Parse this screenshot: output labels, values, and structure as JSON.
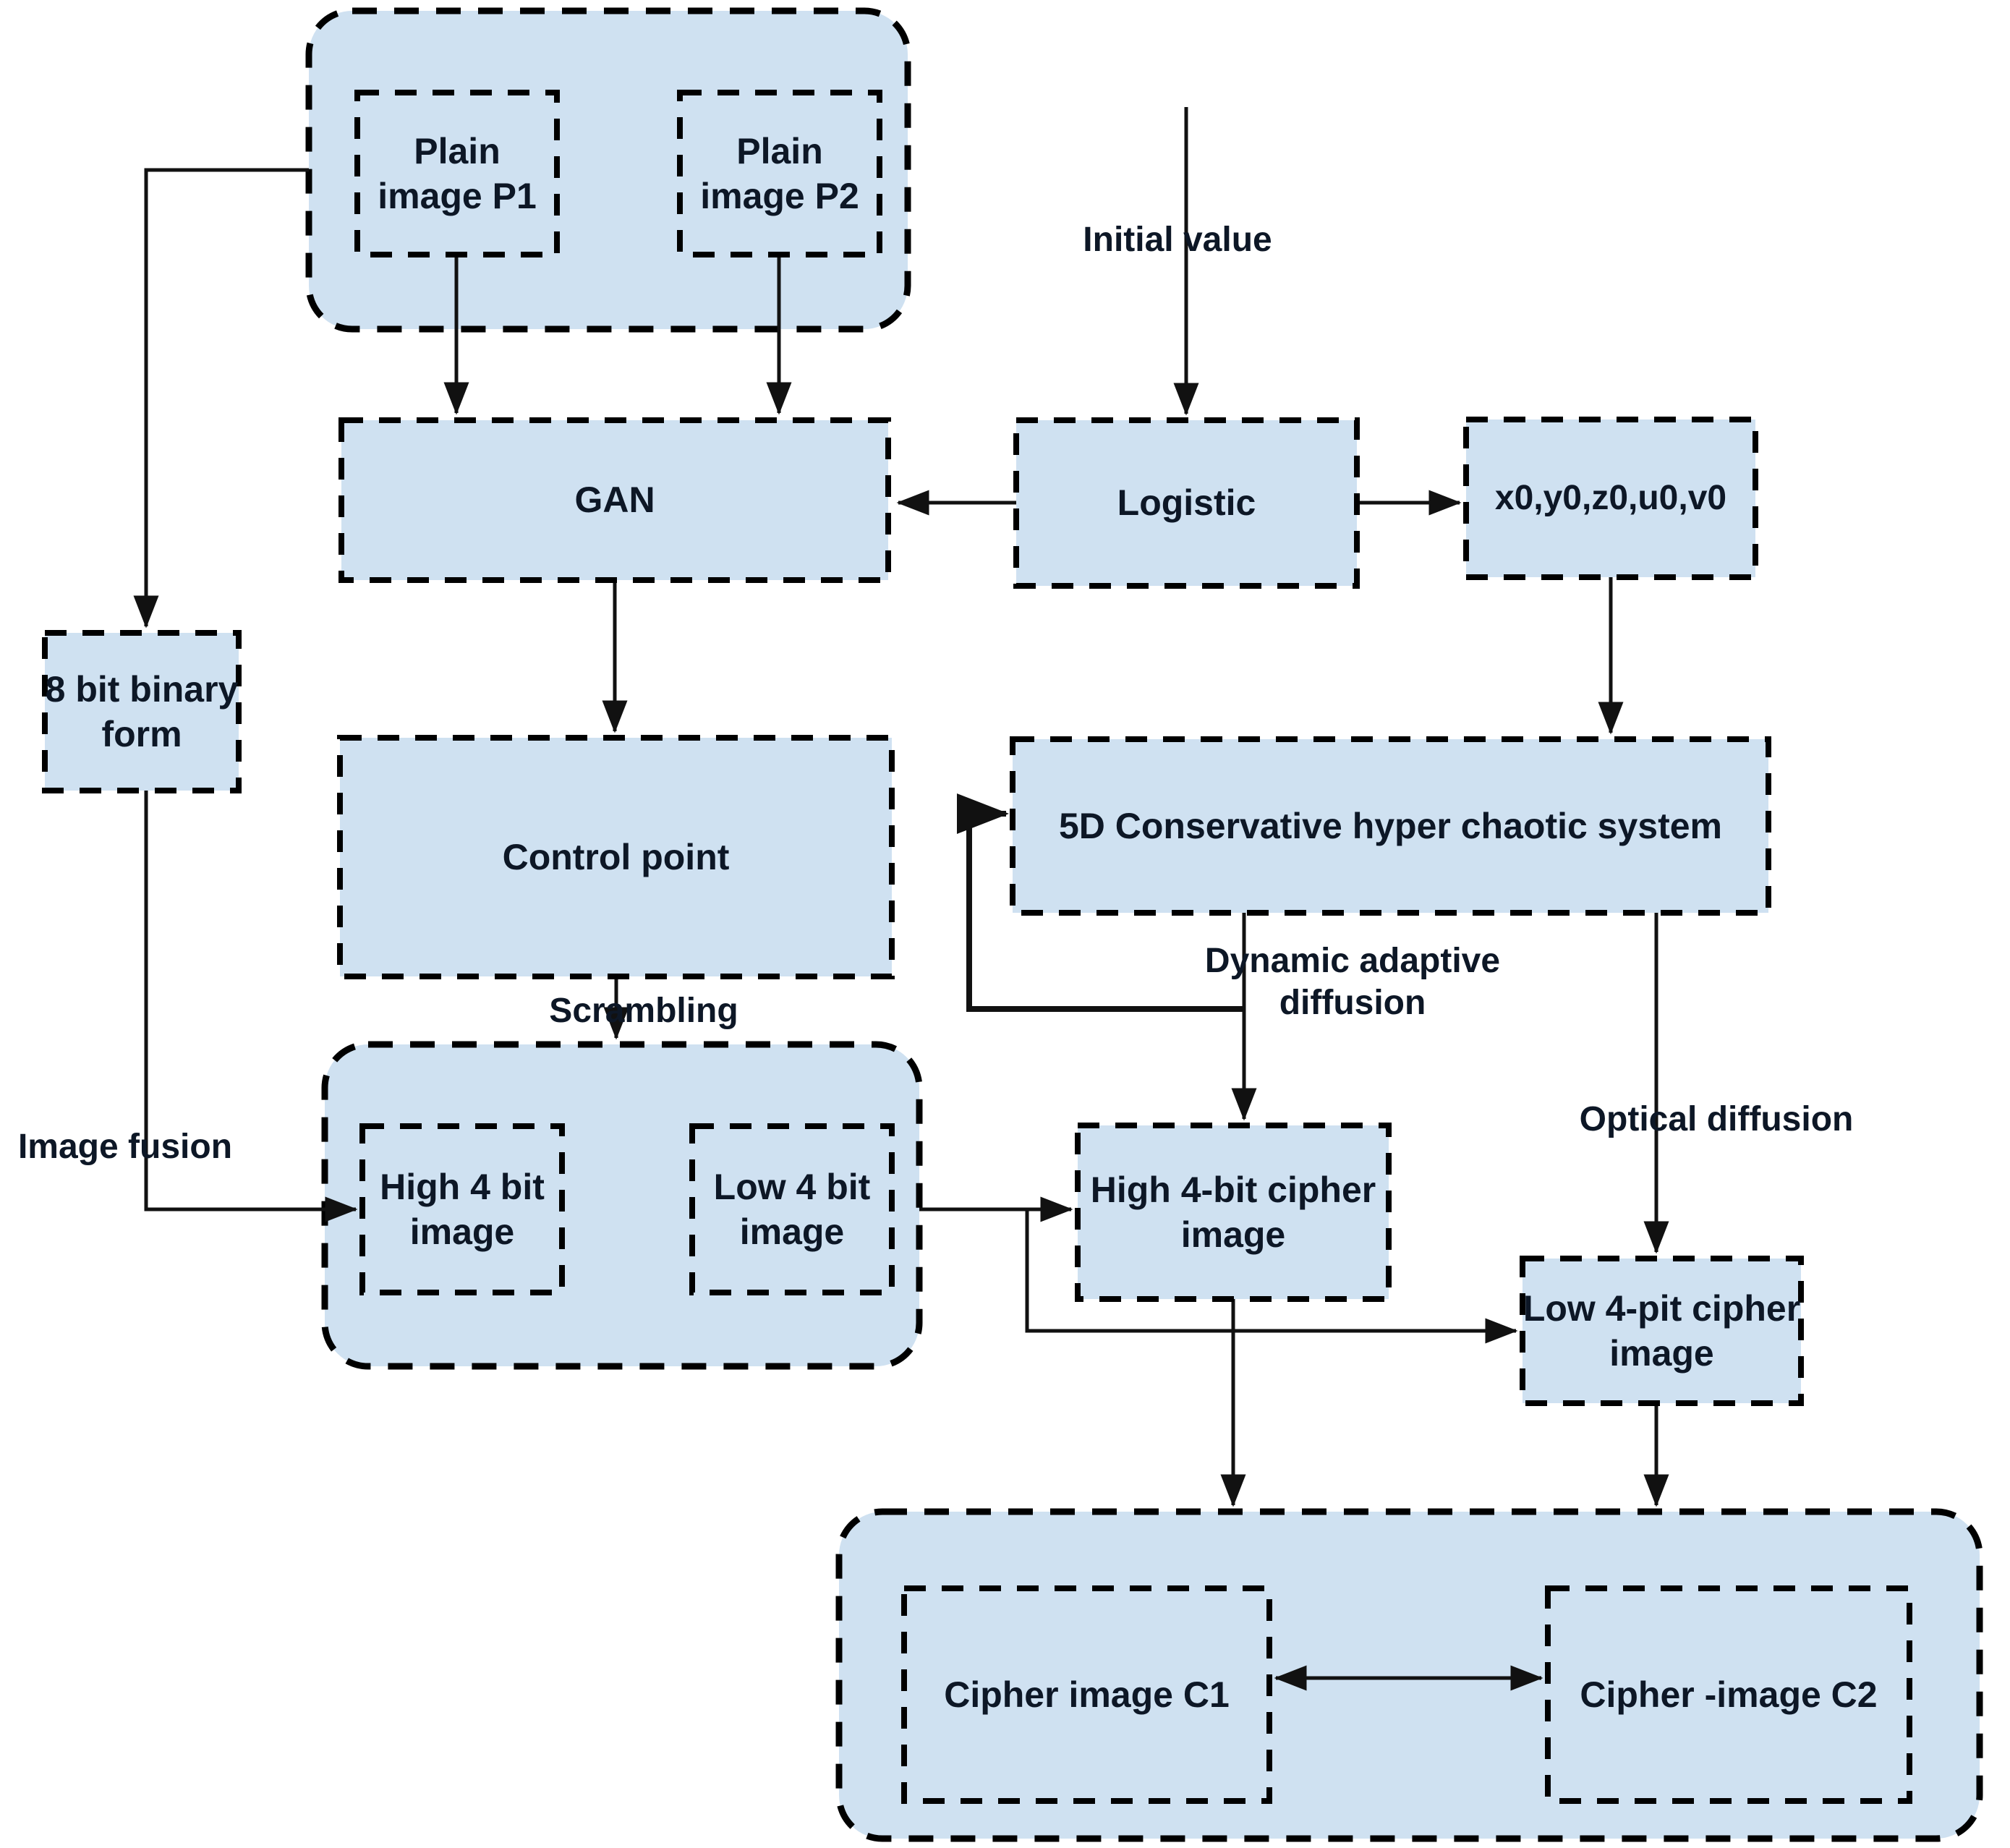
{
  "diagram": {
    "type": "flowchart",
    "colors": {
      "node_fill": "#cfe1f1",
      "border": "#000000",
      "line": "#111111",
      "text": "#0d1726",
      "background": "#ffffff"
    },
    "nodes": {
      "plain_p1": {
        "label": "Plain image P1"
      },
      "plain_p2": {
        "label": "Plain image P2"
      },
      "gan": {
        "label": "GAN"
      },
      "logistic": {
        "label": "Logistic"
      },
      "initial_params": {
        "label": "x0,y0,z0,u0,v0"
      },
      "bit8": {
        "label": "8 bit binary form"
      },
      "control_point": {
        "label": "Control point"
      },
      "chaotic_system": {
        "label": "5D Conservative hyper chaotic system"
      },
      "high4": {
        "label": "High 4 bit image"
      },
      "low4": {
        "label": "Low 4 bit image"
      },
      "high_cipher": {
        "label": "High 4-bit cipher image"
      },
      "low_cipher": {
        "label": "Low 4-pit cipher image"
      },
      "cipher_c1": {
        "label": "Cipher image C1"
      },
      "cipher_c2": {
        "label": "Cipher -image C2"
      }
    },
    "edge_labels": {
      "initial_value": "Initial value",
      "scrambling": "Scrambling",
      "image_fusion": "Image fusion",
      "dynamic_adaptive_diffusion": "Dynamic adaptive diffusion",
      "optical_diffusion": "Optical diffusion"
    }
  }
}
